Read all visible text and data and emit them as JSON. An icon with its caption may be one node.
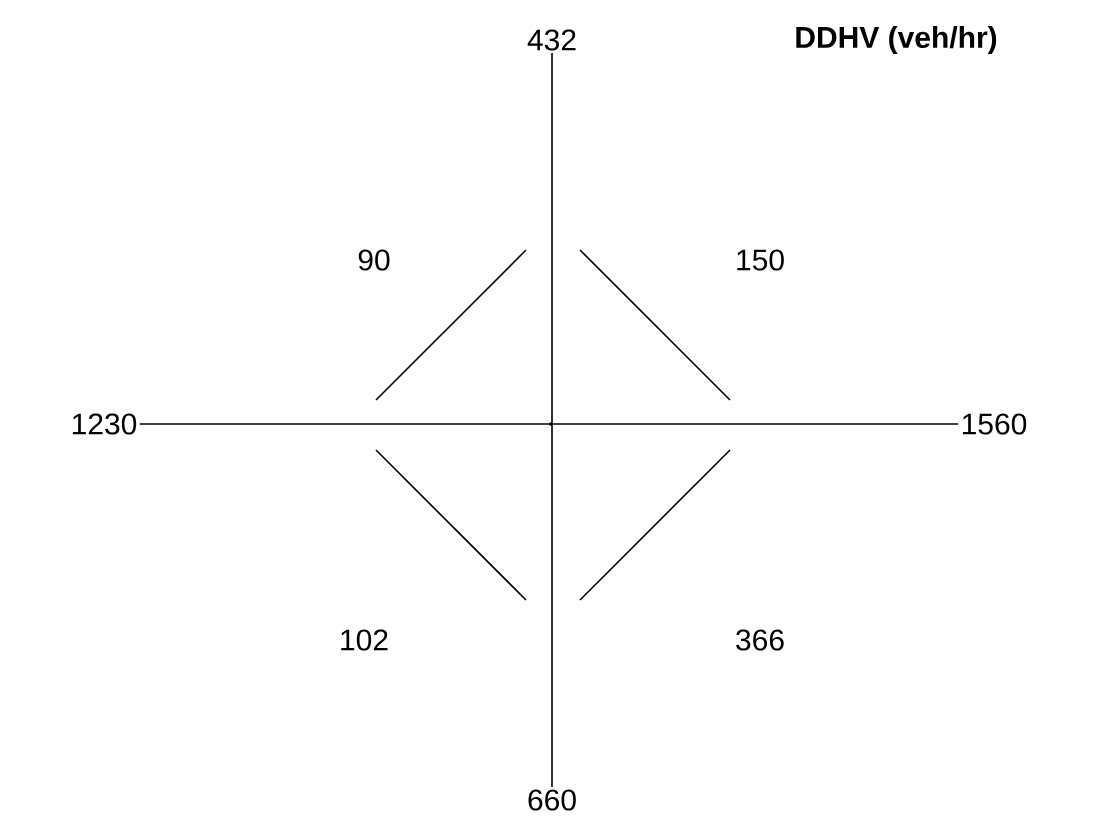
{
  "diagram": {
    "title": "DDHV (veh/hr)",
    "nodes": [
      {
        "text": [
          "432"
        ]
      },
      {
        "text": [
          "1230"
        ]
      },
      {
        "text": [
          "1560"
        ]
      },
      {
        "text": [
          "660"
        ]
      }
    ],
    "edges": [
      {
        "from": 0,
        "to": 3,
        "arrow": "none"
      },
      {
        "from": 1,
        "to": 2,
        "arrow": "none"
      }
    ],
    "labels": [
      "90",
      "150",
      "102",
      "366"
    ]
  }
}
